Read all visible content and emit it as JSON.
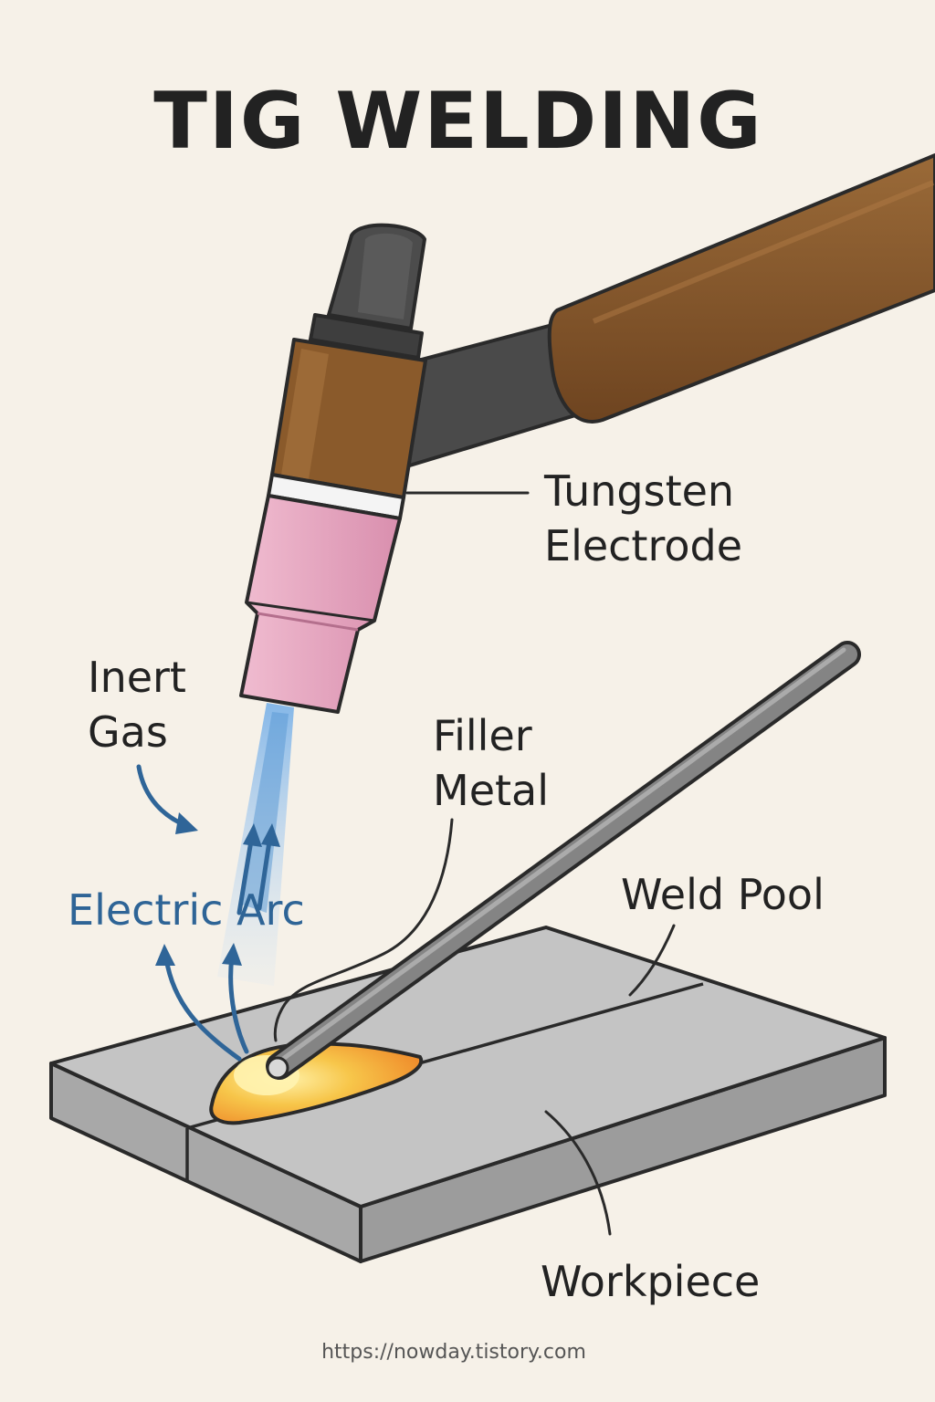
{
  "title": "TIG WELDING",
  "labels": {
    "tungsten_electrode": [
      "Tungsten",
      "Electrode"
    ],
    "inert_gas": [
      "Inert",
      "Gas"
    ],
    "filler_metal": [
      "Filler",
      "Metal"
    ],
    "electric_arc": "Electric Arc",
    "weld_pool": "Weld Pool",
    "workpiece": "Workpiece"
  },
  "footer_url": "https://nowday.tistory.com",
  "colors": {
    "background": "#f6f1e8",
    "text": "#222222",
    "arc_text": "#2e6496",
    "torch_body": "#8a5a2b",
    "torch_cap": "#4a4a4a",
    "nozzle": "#e3a3bd",
    "workpiece": "#bdbdbd",
    "weld_pool": "#f3a33c"
  }
}
